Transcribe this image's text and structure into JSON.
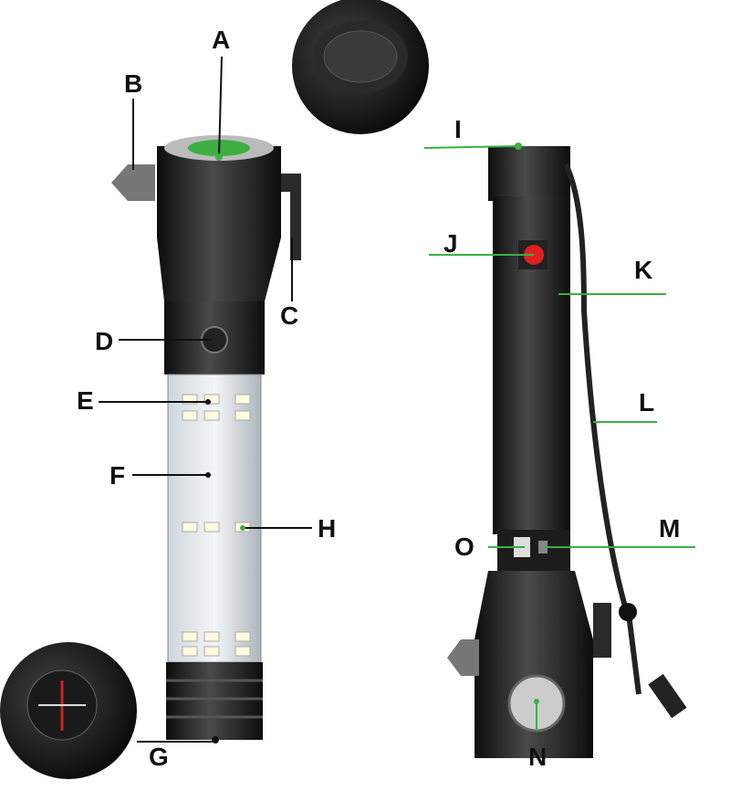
{
  "labels": {
    "A": "A",
    "B": "B",
    "C": "C",
    "D": "D",
    "E": "E",
    "F": "F",
    "G": "G",
    "H": "H",
    "I": "I",
    "J": "J",
    "K": "K",
    "L": "L",
    "M": "M",
    "N": "N",
    "O": "O"
  },
  "colors": {
    "body": "#1c1c1c",
    "accent_green": "#3cb043",
    "button_red": "#e02020",
    "leader_black": "#111111"
  }
}
